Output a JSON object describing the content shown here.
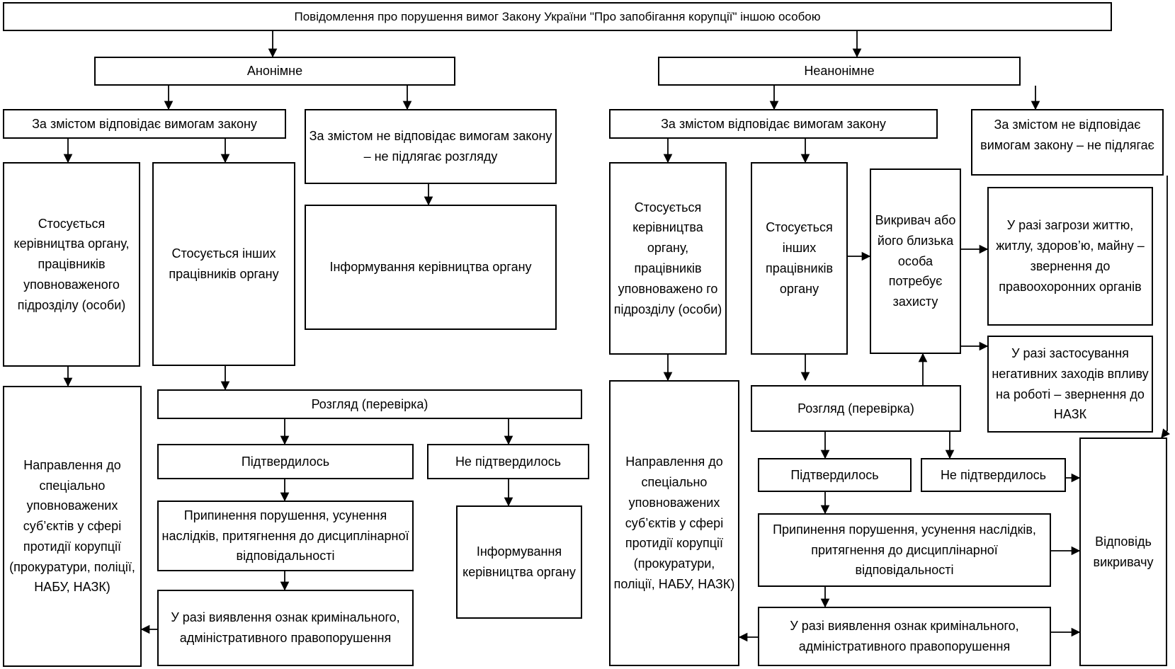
{
  "diagram": {
    "title": "Повідомлення про порушення вимог Закону України \"Про запобігання корупції\" іншою особою",
    "anonymous": {
      "label": "Анонімне",
      "meets": "За змістом відповідає вимогам закону",
      "not_meets": "За змістом не відповідає вимогам закону – не підлягає розгляду",
      "inform_management": "Інформування керівництва органу",
      "concerns_management": "Стосується керівництва органу, працівників уповноваженого підрозділу (особи)",
      "concerns_others": "Стосується інших працівників органу",
      "referral": "Направлення до спеціально уповноважених суб’єктів у сфері протидії корупції (прокуратури, поліції, НАБУ, НАЗК)",
      "review": "Розгляд (перевірка)",
      "confirmed": "Підтвердилось",
      "not_confirmed": "Не підтвердилось",
      "termination": "Припинення порушення, усунення наслідків, притягнення до дисциплінарної відповідальності",
      "crime_signs": "У разі виявлення ознак кримінального, адміністративного правопорушення",
      "inform_management_2": "Інформування керівництва органу"
    },
    "non_anonymous": {
      "label": "Неанонімне",
      "meets": "За змістом відповідає вимогам закону",
      "not_meets": "За змістом не відповідає вимогам закону – не підлягає",
      "concerns_management": "Стосується керівництва органу, працівників уповноважено го підрозділу (особи)",
      "concerns_others": "Стосується інших працівників органу",
      "whistleblower_protection": "Викривач або його близька особа потребує захисту",
      "threat_case": "У разі загрози життю, житлу, здоров’ю, майну – звернення до правоохоронних органів",
      "negative_measures": "У разі застосування негативних заходів впливу на роботі – звернення до НАЗК",
      "review": "Розгляд (перевірка)",
      "confirmed": "Підтвердилось",
      "not_confirmed": "Не підтвердилось",
      "referral": "Направлення до спеціально уповноважених суб’єктів у сфері протидії корупції (прокуратури, поліції, НАБУ, НАЗК)",
      "termination": "Припинення порушення, усунення наслідків, притягнення до дисциплінарної відповідальності",
      "crime_signs": "У разі виявлення ознак кримінального, адміністративного правопорушення",
      "response": "Відповідь викривачу"
    }
  }
}
